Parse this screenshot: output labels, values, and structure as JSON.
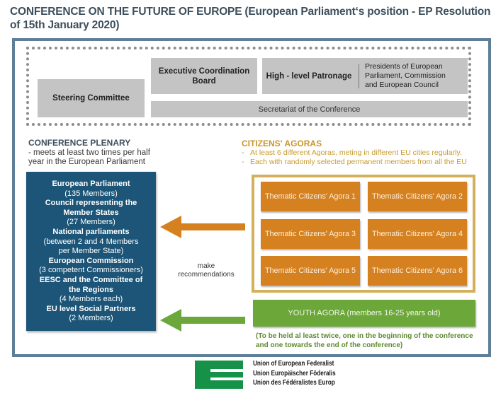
{
  "title": {
    "bold": "CONFERENCE ON THE FUTURE OF EUROPE",
    "rest": " (European Parliament‘s position - EP Resolution of 15th January 2020)"
  },
  "governance": {
    "steering_committee": "Steering Committee",
    "executive_board": "Executive Coordination Board",
    "patronage_label": "High - level Patronage",
    "patronage_members": "Presidents of European Parliament, Commission and European Council",
    "secretariat": "Secretariat of the Conference"
  },
  "plenary": {
    "title": "CONFERENCE PLENARY",
    "subtitle": "- meets at least two times per half year in the European Parliament",
    "members": [
      {
        "name": "European Parliament",
        "detail": "(135 Members)"
      },
      {
        "name": "Council representing the Member States",
        "detail": "(27 Members)"
      },
      {
        "name": "National parliaments",
        "detail": "(between 2 and 4 Members per Member State)"
      },
      {
        "name": "European Commission",
        "detail": "(3 competent Commissioners)"
      },
      {
        "name": "EESC and the Committee of the Regions",
        "detail": "(4 Members each)"
      },
      {
        "name": "EU level Social Partners",
        "detail": "(2 Members)"
      }
    ],
    "color": "#1c5577"
  },
  "agoras": {
    "title": "CITIZENS' AGORAS",
    "bullets": [
      "At least 6 different Agoras, meting in different EU cities regularly.",
      "Each with randomly selected permanent members from all the EU"
    ],
    "items": [
      "Thematic Citizens' Agora 1",
      "Thematic Citizens' Agora 2",
      "Thematic Citizens' Agora 3",
      "Thematic Citizens' Agora 4",
      "Thematic Citizens' Agora 5",
      "Thematic Citizens' Agora 6"
    ],
    "color": "#d6811f"
  },
  "connector": {
    "label": "make recommendations"
  },
  "youth": {
    "label": "YOUTH AGORA (members 16-25 years old)",
    "note": "(To be held al least twice, one in the beginning of the conference and one towards the end of the conference)",
    "color": "#6ca73a"
  },
  "logo": {
    "icon": "uef-e-logo-icon",
    "lines": [
      "Union of European Federalist",
      "Union Europäischer Föderalis",
      "Union des Fédéralistes Europ"
    ],
    "color": "#159148"
  }
}
